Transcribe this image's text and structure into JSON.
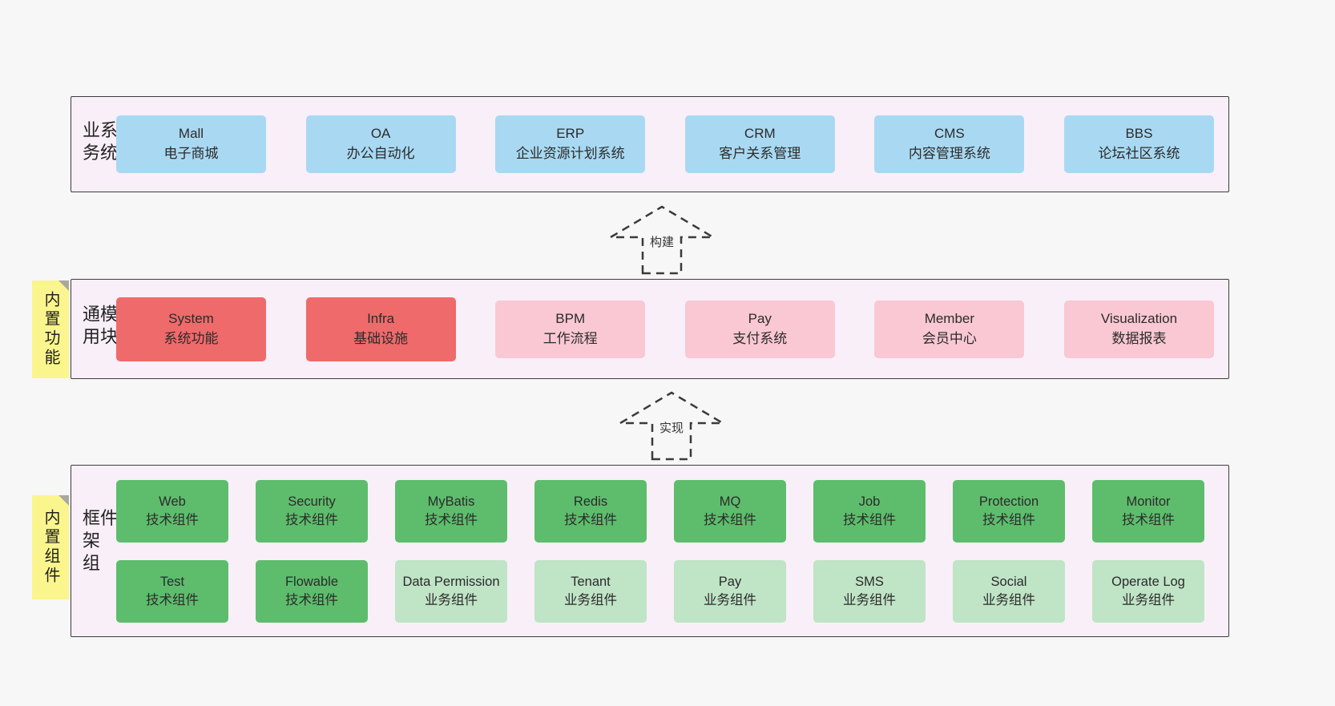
{
  "arrows": {
    "build": "构建",
    "implement": "实现"
  },
  "colors": {
    "page_bg": "#f7f7f7",
    "band_bg": "#f9eff8",
    "band_border": "#3c3c3c",
    "blue": "#a9d9f2",
    "red": "#ef6a6a",
    "pink": "#f9c8d2",
    "green_dark": "#5dbd6c",
    "green_light": "#bfe4c6",
    "sticky_yellow": "#fbf58e"
  },
  "business_band": {
    "label": "业务系统",
    "boxes": [
      {
        "title": "Mall",
        "subtitle": "电子商城"
      },
      {
        "title": "OA",
        "subtitle": "办公自动化"
      },
      {
        "title": "ERP",
        "subtitle": "企业资源计划系统"
      },
      {
        "title": "CRM",
        "subtitle": "客户关系管理"
      },
      {
        "title": "CMS",
        "subtitle": "内容管理系统"
      },
      {
        "title": "BBS",
        "subtitle": "论坛社区系统"
      }
    ]
  },
  "module_band": {
    "label": "通用模块",
    "sticky": "内置功能",
    "boxes": [
      {
        "title": "System",
        "subtitle": "系统功能"
      },
      {
        "title": "Infra",
        "subtitle": "基础设施"
      },
      {
        "title": "BPM",
        "subtitle": "工作流程"
      },
      {
        "title": "Pay",
        "subtitle": "支付系统"
      },
      {
        "title": "Member",
        "subtitle": "会员中心"
      },
      {
        "title": "Visualization",
        "subtitle": "数据报表"
      }
    ]
  },
  "component_band": {
    "label": "框架组件",
    "sticky": "内置组件",
    "row1": [
      {
        "title": "Web",
        "subtitle": "技术组件"
      },
      {
        "title": "Security",
        "subtitle": "技术组件"
      },
      {
        "title": "MyBatis",
        "subtitle": "技术组件"
      },
      {
        "title": "Redis",
        "subtitle": "技术组件"
      },
      {
        "title": "MQ",
        "subtitle": "技术组件"
      },
      {
        "title": "Job",
        "subtitle": "技术组件"
      },
      {
        "title": "Protection",
        "subtitle": "技术组件"
      },
      {
        "title": "Monitor",
        "subtitle": "技术组件"
      }
    ],
    "row2": [
      {
        "title": "Test",
        "subtitle": "技术组件"
      },
      {
        "title": "Flowable",
        "subtitle": "技术组件"
      },
      {
        "title": "Data Permission",
        "subtitle": "业务组件"
      },
      {
        "title": "Tenant",
        "subtitle": "业务组件"
      },
      {
        "title": "Pay",
        "subtitle": "业务组件"
      },
      {
        "title": "SMS",
        "subtitle": "业务组件"
      },
      {
        "title": "Social",
        "subtitle": "业务组件"
      },
      {
        "title": "Operate Log",
        "subtitle": "业务组件"
      }
    ]
  }
}
